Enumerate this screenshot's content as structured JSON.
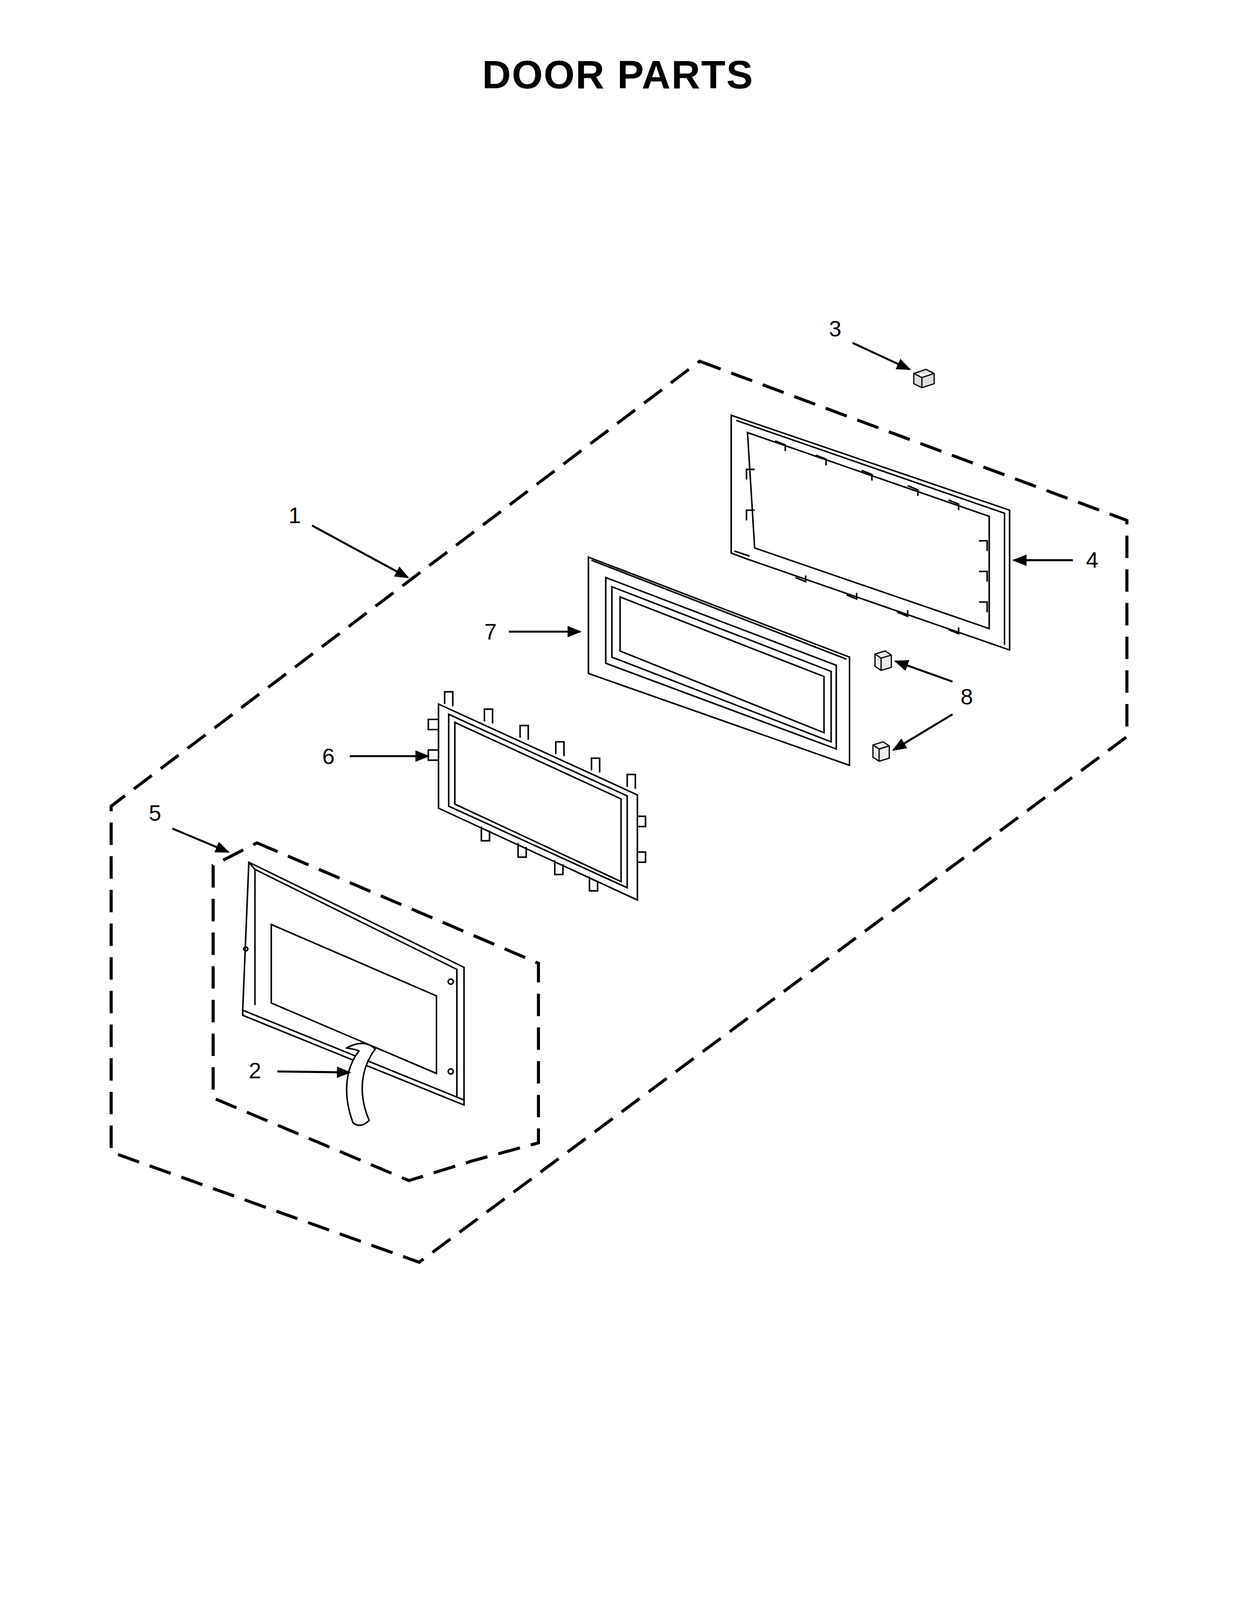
{
  "diagram": {
    "title": "DOOR PARTS",
    "labels": [
      "3",
      "1",
      "4",
      "7",
      "8",
      "6",
      "5",
      "2"
    ]
  }
}
